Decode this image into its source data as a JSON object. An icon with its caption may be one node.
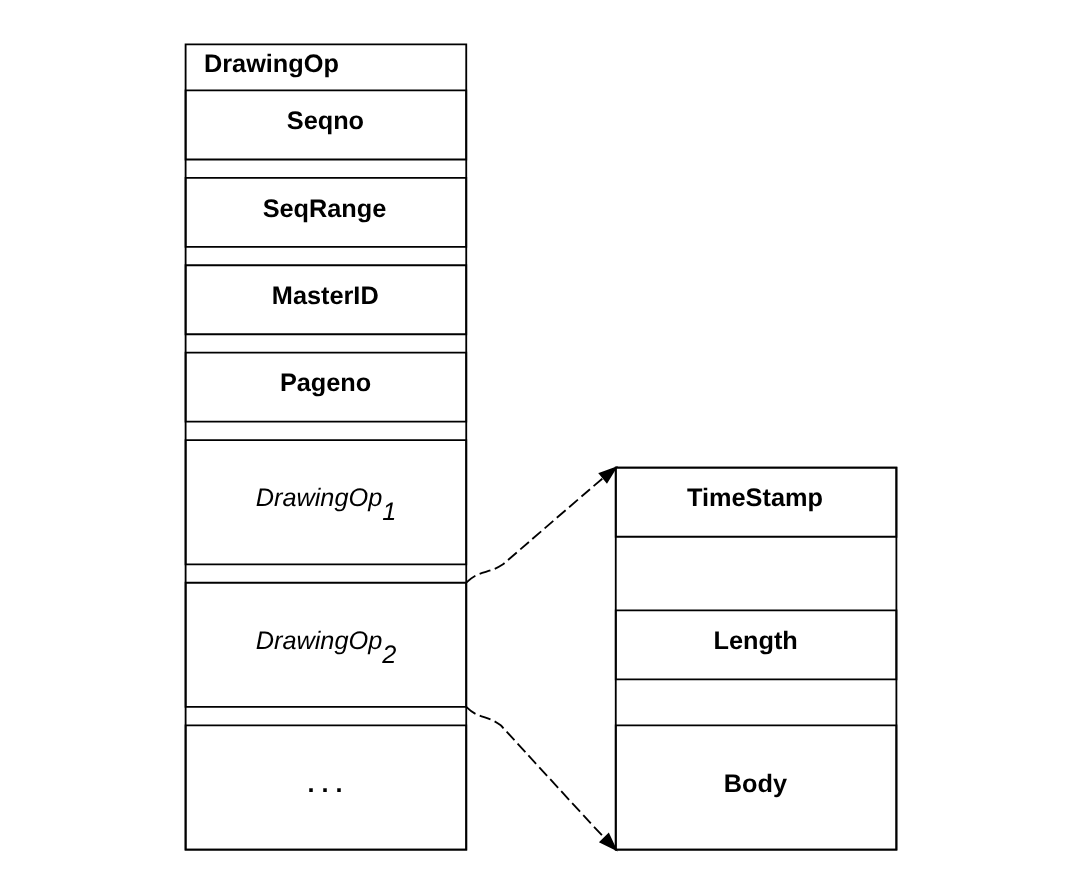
{
  "diagram": {
    "nodes": [
      {
        "text": [
          "DrawingOp"
        ]
      },
      {
        "text": [
          "Seqno"
        ],
        "in": 0
      },
      {
        "text": [
          "SeqRange"
        ],
        "in": 0
      },
      {
        "text": [
          "MasterID"
        ],
        "in": 0
      },
      {
        "text": [
          "Pageno"
        ],
        "in": 0
      },
      {
        "text": [
          "DrawingOp$_{1}$"
        ],
        "in": 0
      },
      {
        "text": [
          "DrawingOp$_{2}$"
        ],
        "in": 0
      },
      {
        "text": [
          ". . ."
        ],
        "in": 0
      },
      {
        "text": [],
        "shape": "box"
      },
      {
        "text": [
          "TimeStamp"
        ],
        "in": 8
      },
      {
        "text": [
          "Length"
        ],
        "in": 8
      },
      {
        "text": [
          "Body"
        ],
        "in": 8
      }
    ],
    "edges": [
      {
        "from": 6,
        "to": 8,
        "arrow": "to",
        "style": "dashed"
      },
      {
        "from": 6,
        "to": 8,
        "arrow": "to",
        "style": "dashed"
      }
    ]
  }
}
